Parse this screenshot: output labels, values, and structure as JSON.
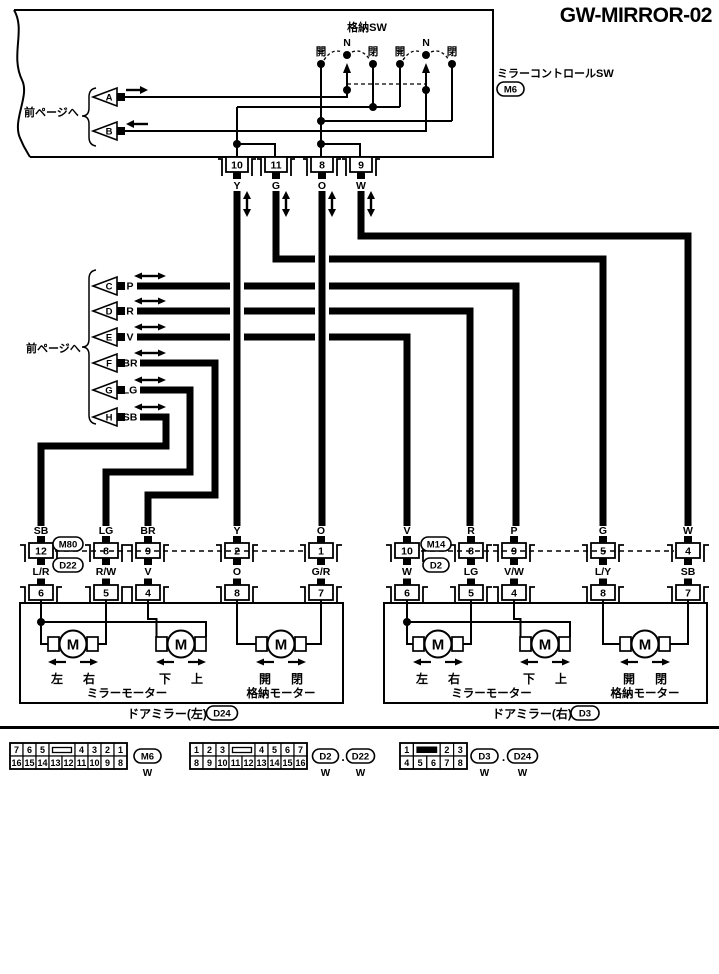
{
  "title": "GW-MIRROR-02",
  "switch_box": {
    "retract_sw_label": "格納SW",
    "name": "ミラーコントロールSW",
    "connector": "M6",
    "prev_page": "前ページへ",
    "contact_labels": [
      "開",
      "N",
      "閉",
      "開",
      "N",
      "閉"
    ],
    "terminals": [
      {
        "letter": "A"
      },
      {
        "letter": "B"
      }
    ],
    "pins": [
      {
        "no": "10",
        "color": "Y"
      },
      {
        "no": "11",
        "color": "G"
      },
      {
        "no": "8",
        "color": "O"
      },
      {
        "no": "9",
        "color": "W"
      }
    ]
  },
  "prev_page_group": {
    "label": "前ページへ",
    "terminals": [
      {
        "letter": "C",
        "color": "P"
      },
      {
        "letter": "D",
        "color": "R"
      },
      {
        "letter": "E",
        "color": "V"
      },
      {
        "letter": "F",
        "color": "BR"
      },
      {
        "letter": "G",
        "color": "LG"
      },
      {
        "letter": "H",
        "color": "SB"
      }
    ]
  },
  "left_mirror": {
    "connector_ids": [
      "M80",
      "D22"
    ],
    "harness_pins": [
      {
        "color": "SB",
        "no": "12"
      },
      {
        "color": "LG",
        "no": "8"
      },
      {
        "color": "BR",
        "no": "9"
      },
      {
        "color": "Y",
        "no": "2"
      },
      {
        "color": "O",
        "no": "1"
      }
    ],
    "unit_pins": [
      {
        "color": "L/R",
        "no": "6"
      },
      {
        "color": "R/W",
        "no": "5"
      },
      {
        "color": "V",
        "no": "4"
      },
      {
        "color": "O",
        "no": "8"
      },
      {
        "color": "G/R",
        "no": "7"
      }
    ],
    "motor_symbol": "M",
    "direction_labels": [
      [
        "左",
        "右"
      ],
      [
        "下",
        "上"
      ],
      [
        "開",
        "閉"
      ]
    ],
    "motor_labels": [
      "ミラーモーター",
      "格納モーター"
    ],
    "caption": "ドアミラー(左)",
    "caption_connector": "D24"
  },
  "right_mirror": {
    "connector_ids": [
      "M14",
      "D2"
    ],
    "harness_pins": [
      {
        "color": "V",
        "no": "10"
      },
      {
        "color": "R",
        "no": "8"
      },
      {
        "color": "P",
        "no": "9"
      },
      {
        "color": "G",
        "no": "5"
      },
      {
        "color": "W",
        "no": "4"
      }
    ],
    "unit_pins": [
      {
        "color": "W",
        "no": "6"
      },
      {
        "color": "LG",
        "no": "5"
      },
      {
        "color": "V/W",
        "no": "4"
      },
      {
        "color": "L/Y",
        "no": "8"
      },
      {
        "color": "SB",
        "no": "7"
      }
    ],
    "motor_symbol": "M",
    "direction_labels": [
      [
        "左",
        "右"
      ],
      [
        "下",
        "上"
      ],
      [
        "開",
        "閉"
      ]
    ],
    "motor_labels": [
      "ミラーモーター",
      "格納モーター"
    ],
    "caption": "ドアミラー(右)",
    "caption_connector": "D3"
  },
  "pinout_tables": [
    {
      "top_row": [
        "7",
        "6",
        "5",
        "4",
        "3",
        "2",
        "1"
      ],
      "bottom_row": [
        "16",
        "15",
        "14",
        "13",
        "12",
        "11",
        "10",
        "9",
        "8"
      ],
      "connectors": [
        {
          "id": "M6",
          "color": "W"
        }
      ],
      "separator": ""
    },
    {
      "top_row": [
        "1",
        "2",
        "3",
        "4",
        "5",
        "6",
        "7"
      ],
      "bottom_row": [
        "8",
        "9",
        "10",
        "11",
        "12",
        "13",
        "14",
        "15",
        "16"
      ],
      "connectors": [
        {
          "id": "D2",
          "color": "W"
        },
        {
          "id": "D22",
          "color": "W"
        }
      ],
      "separator": "."
    },
    {
      "top_row": [
        "1",
        "2",
        "3"
      ],
      "bottom_row": [
        "4",
        "5",
        "6",
        "7",
        "8"
      ],
      "connectors": [
        {
          "id": "D3",
          "color": "W"
        },
        {
          "id": "D24",
          "color": "W"
        }
      ],
      "separator": "."
    }
  ],
  "ink_color": "#000000",
  "paper_color": "#ffffff"
}
